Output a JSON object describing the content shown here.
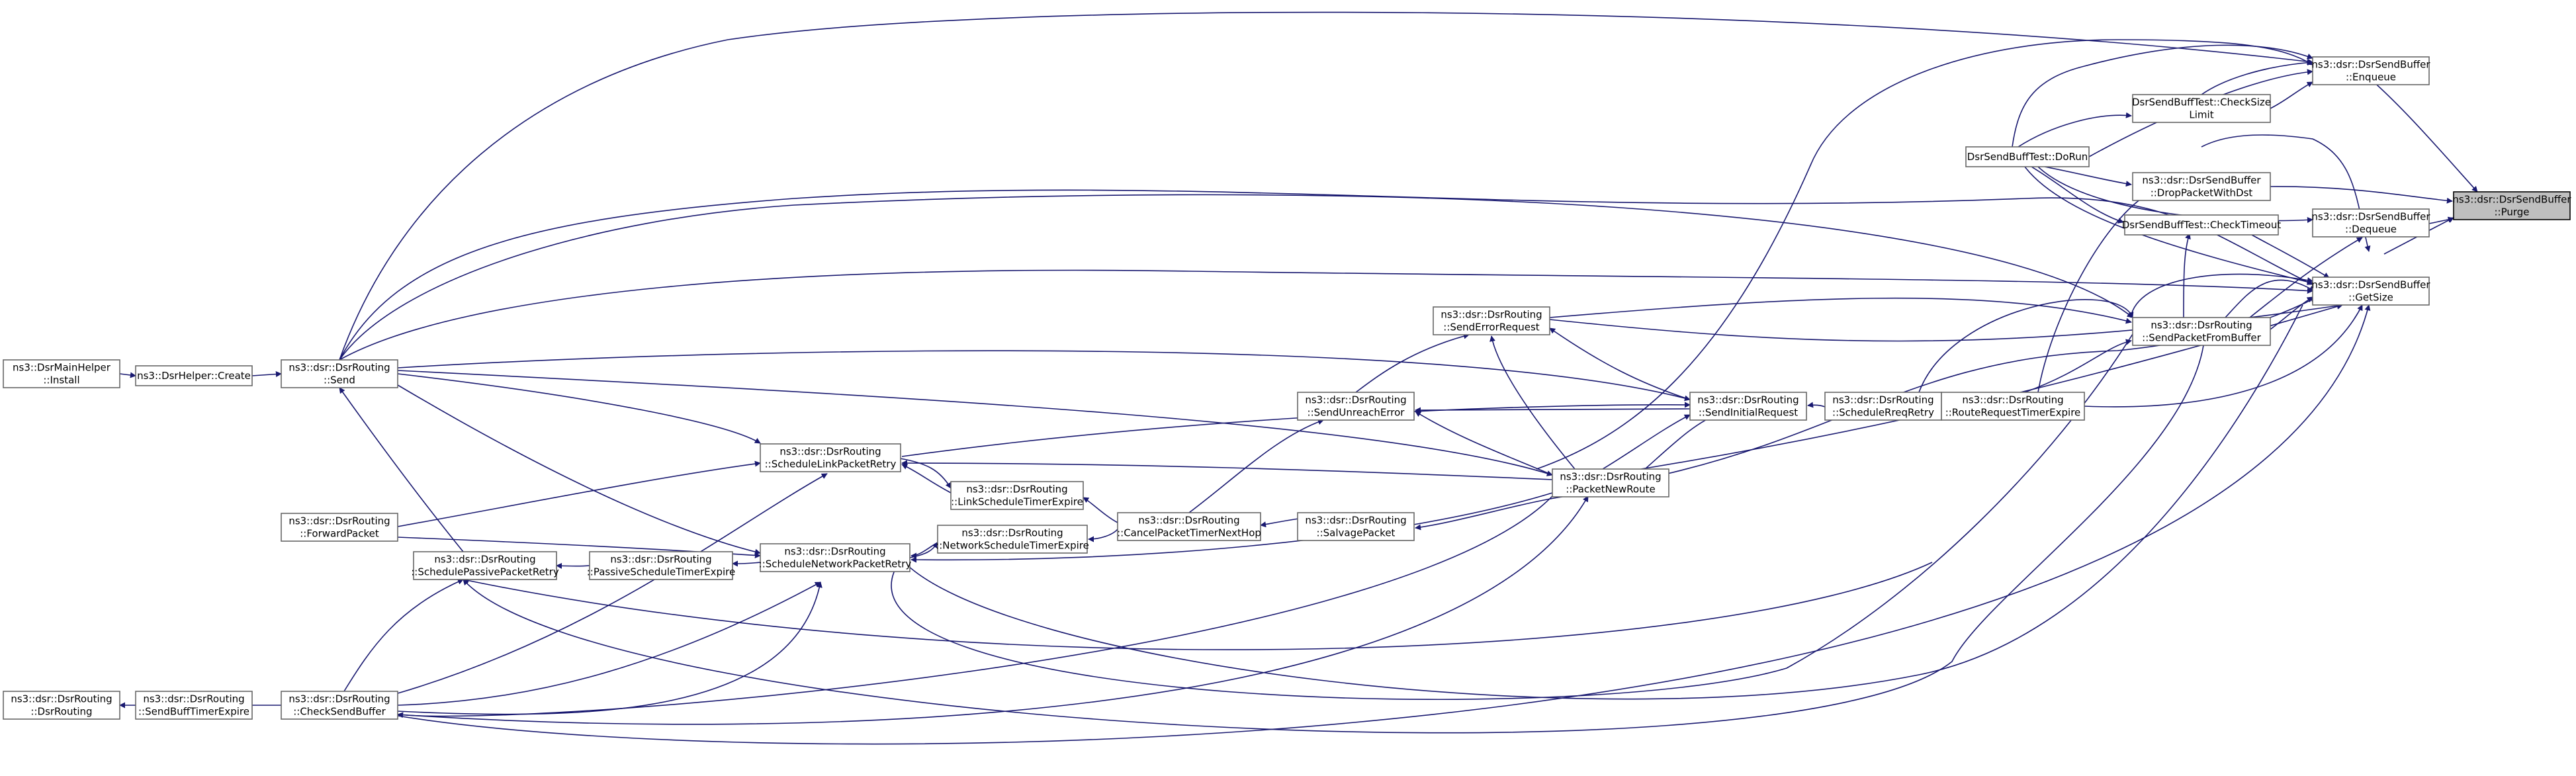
{
  "colors": {
    "edge": "#191970",
    "node_border": "#666666",
    "highlight_fill": "#bfbfbf"
  },
  "nodes": [
    {
      "id": "purge",
      "lines": [
        "ns3::dsr::DsrSendBuffer",
        "::Purge"
      ],
      "highlight": true
    },
    {
      "id": "enqueue",
      "lines": [
        "ns3::dsr::DsrSendBuffer",
        "::Enqueue"
      ]
    },
    {
      "id": "checksize",
      "lines": [
        "DsrSendBuffTest::CheckSize",
        "Limit"
      ]
    },
    {
      "id": "dorun",
      "lines": [
        "DsrSendBuffTest::DoRun"
      ]
    },
    {
      "id": "droppkt",
      "lines": [
        "ns3::dsr::DsrSendBuffer",
        "::DropPacketWithDst"
      ]
    },
    {
      "id": "dequeue",
      "lines": [
        "ns3::dsr::DsrSendBuffer",
        "::Dequeue"
      ]
    },
    {
      "id": "checktimeout",
      "lines": [
        "DsrSendBuffTest::CheckTimeout"
      ]
    },
    {
      "id": "getsize",
      "lines": [
        "ns3::dsr::DsrSendBuffer",
        "::GetSize"
      ]
    },
    {
      "id": "sendpktbuf",
      "lines": [
        "ns3::dsr::DsrRouting",
        "::SendPacketFromBuffer"
      ]
    },
    {
      "id": "sendError",
      "lines": [
        "ns3::dsr::DsrRouting",
        "::SendErrorRequest"
      ]
    },
    {
      "id": "sendUnreach",
      "lines": [
        "ns3::dsr::DsrRouting",
        "::SendUnreachError"
      ]
    },
    {
      "id": "sendInitial",
      "lines": [
        "ns3::dsr::DsrRouting",
        "::SendInitialRequest"
      ]
    },
    {
      "id": "schedReq",
      "lines": [
        "ns3::dsr::DsrRouting",
        "::ScheduleRreqRetry"
      ]
    },
    {
      "id": "routeReqTimer",
      "lines": [
        "ns3::dsr::DsrRouting",
        "::RouteRequestTimerExpire"
      ]
    },
    {
      "id": "pktNewRoute",
      "lines": [
        "ns3::dsr::DsrRouting",
        "::PacketNewRoute"
      ]
    },
    {
      "id": "salvage",
      "lines": [
        "ns3::dsr::DsrRouting",
        "::SalvagePacket"
      ]
    },
    {
      "id": "cancelTimer",
      "lines": [
        "ns3::dsr::DsrRouting",
        "::CancelPacketTimerNextHop"
      ]
    },
    {
      "id": "linkSchedTimer",
      "lines": [
        "ns3::dsr::DsrRouting",
        "::LinkScheduleTimerExpire"
      ]
    },
    {
      "id": "netSchedTimer",
      "lines": [
        "ns3::dsr::DsrRouting",
        "::NetworkScheduleTimerExpire"
      ]
    },
    {
      "id": "schedLink",
      "lines": [
        "ns3::dsr::DsrRouting",
        "::ScheduleLinkPacketRetry"
      ]
    },
    {
      "id": "schedNet",
      "lines": [
        "ns3::dsr::DsrRouting",
        "::ScheduleNetworkPacketRetry"
      ]
    },
    {
      "id": "passiveTimer",
      "lines": [
        "ns3::dsr::DsrRouting",
        "::PassiveScheduleTimerExpire"
      ]
    },
    {
      "id": "schedPassive",
      "lines": [
        "ns3::dsr::DsrRouting",
        "::SchedulePassivePacketRetry"
      ]
    },
    {
      "id": "forward",
      "lines": [
        "ns3::dsr::DsrRouting",
        "::ForwardPacket"
      ]
    },
    {
      "id": "send",
      "lines": [
        "ns3::dsr::DsrRouting",
        "::Send"
      ]
    },
    {
      "id": "checkSend",
      "lines": [
        "ns3::dsr::DsrRouting",
        "::CheckSendBuffer"
      ]
    },
    {
      "id": "sendBuffTimer",
      "lines": [
        "ns3::dsr::DsrRouting",
        "::SendBuffTimerExpire"
      ]
    },
    {
      "id": "dsrRouting",
      "lines": [
        "ns3::dsr::DsrRouting",
        "::DsrRouting"
      ]
    },
    {
      "id": "helperCreate",
      "lines": [
        "ns3::DsrHelper::Create"
      ]
    },
    {
      "id": "mainHelper",
      "lines": [
        "ns3::DsrMainHelper",
        "::Install"
      ]
    }
  ]
}
